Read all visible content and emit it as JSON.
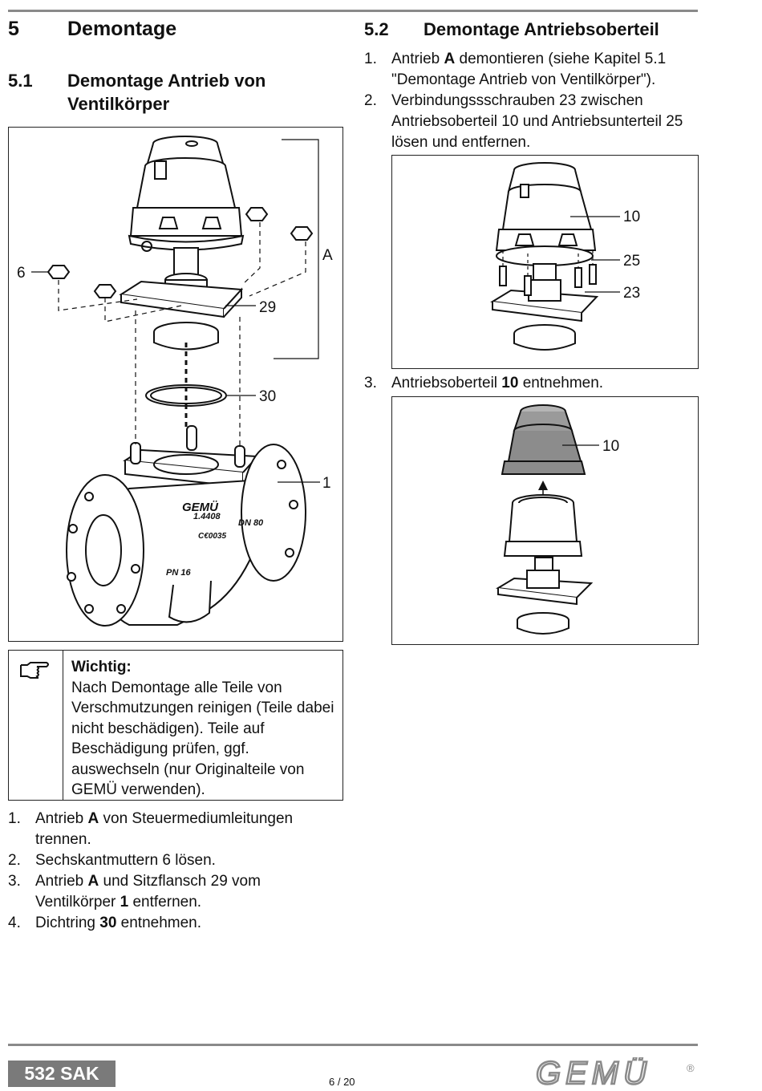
{
  "section5": {
    "num": "5",
    "title": "Demontage"
  },
  "section51": {
    "num": "5.1",
    "title_line1": "Demontage Antrieb von",
    "title_line2": "Ventilkörper"
  },
  "section52": {
    "num": "5.2",
    "title": "Demontage Antriebsoberteil"
  },
  "figure1": {
    "labels": {
      "a": "A",
      "six": "6",
      "twentynine": "29",
      "thirty": "30",
      "one": "1"
    },
    "body_marks": {
      "brand": "GEMÜ",
      "material": "1.4408",
      "dn": "DN 80",
      "ce": "C€0035",
      "pn": "PN 16"
    }
  },
  "figure2": {
    "labels": {
      "ten": "10",
      "twentyfive": "25",
      "twentythree": "23"
    }
  },
  "figure3": {
    "labels": {
      "ten": "10"
    }
  },
  "steps52": [
    {
      "n": "1.",
      "pre": "Antrieb ",
      "bold": "A",
      "post": " demontieren (siehe Kapitel 5.1 \"Demontage Antrieb von Ventilkörper\")."
    },
    {
      "n": "2.",
      "pre": "Verbindungssschrauben 23 zwischen Antriebsoberteil 10 und Antriebsunterteil 25 lösen und entfernen.",
      "bold": "",
      "post": ""
    }
  ],
  "step52_3": {
    "n": "3.",
    "pre": "Antriebsoberteil ",
    "bold": "10",
    "post": " entnehmen."
  },
  "note": {
    "title": "Wichtig:",
    "text": "Nach Demontage alle Teile von Verschmutzungen reinigen (Teile dabei nicht beschädigen). Teile auf Beschädigung prüfen, ggf. auswechseln (nur Originalteile von GEMÜ verwenden)."
  },
  "steps51": [
    {
      "n": "1.",
      "pre": "Antrieb ",
      "bold": "A",
      "post": " von Steuermediumleitungen trennen."
    },
    {
      "n": "2.",
      "pre": "Sechskantmuttern 6 lösen.",
      "bold": "",
      "post": ""
    },
    {
      "n": "3.",
      "pre": "Antrieb ",
      "bold": "A",
      "post": " und Sitzflansch 29 vom Ventilkörper "
    },
    {
      "n": "4.",
      "pre": "Dichtring ",
      "bold": "30",
      "post": " entnehmen."
    }
  ],
  "step51_3_tail": {
    "bold": "1",
    "post": " entfernen."
  },
  "footer": {
    "product": "532 SAK",
    "page": "6 / 20",
    "logo": "GEMÜ",
    "reg": "®"
  }
}
